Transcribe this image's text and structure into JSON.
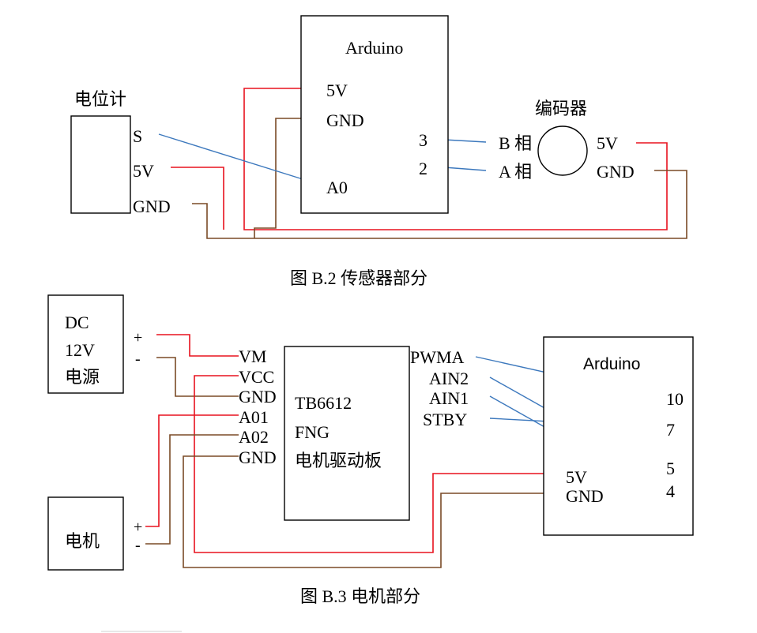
{
  "sensor": {
    "pot_title": "电位计",
    "pot_pins": {
      "s": "S",
      "v5": "5V",
      "gnd": "GND"
    },
    "arduino_title": "Arduino",
    "arduino_pins": {
      "v5": "5V",
      "gnd": "GND",
      "p3": "3",
      "p2": "2",
      "a0": "A0"
    },
    "encoder_title": "编码器",
    "encoder_pins": {
      "b": "B 相",
      "a": "A 相",
      "v5": "5V",
      "gnd": "GND"
    },
    "caption": "图 B.2  传感器部分"
  },
  "motor": {
    "dc_lines": [
      "DC",
      "12V",
      "电源"
    ],
    "dc_plus": "+",
    "dc_minus": "-",
    "driver_left_pins": [
      "VM",
      "VCC",
      "GND",
      "A01",
      "A02",
      "GND"
    ],
    "driver_right_pins": [
      "PWMA",
      "AIN2",
      "AIN1",
      "STBY"
    ],
    "driver_lines": [
      "TB6612",
      "FNG",
      "电机驱动板"
    ],
    "arduino_title": "Arduino",
    "arduino_pins": [
      "10",
      "7",
      "5",
      "4"
    ],
    "arduino_power": {
      "v5": "5V",
      "gnd": "GND"
    },
    "motor_label": "电机",
    "motor_plus": "+",
    "motor_minus": "-",
    "caption": "图 B.3  电机部分"
  },
  "colors": {
    "red_wire": "#e8121e",
    "brown_wire": "#7a4a26",
    "blue_wire": "#3c78bd"
  }
}
